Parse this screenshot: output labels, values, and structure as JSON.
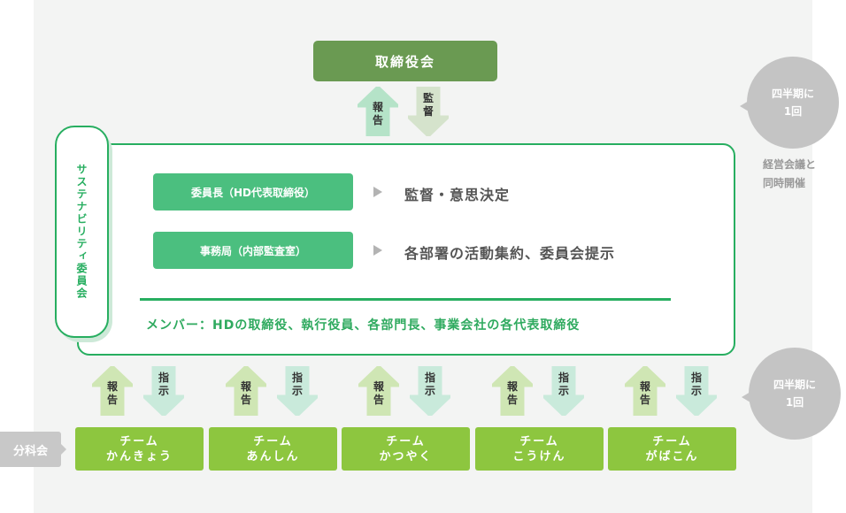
{
  "board": {
    "label": "取締役会"
  },
  "top_arrows": {
    "report": [
      "報",
      "告"
    ],
    "audit": [
      "監",
      "督"
    ]
  },
  "committee": {
    "title": "サステナビリティ委員会",
    "roles": [
      {
        "label": "委員長（HD代表取締役）",
        "description": "監督・意思決定"
      },
      {
        "label": "事務局（内部監査室）",
        "description": "各部署の活動集約、委員会提示"
      }
    ],
    "members": "メンバー：HDの取締役、執行役員、各部門長、事業会社の各代表取締役"
  },
  "circles": [
    {
      "line1": "四半期に",
      "line2": "1回"
    },
    {
      "line1": "四半期に",
      "line2": "1回"
    }
  ],
  "note": {
    "line1": "経営会議と",
    "line2": "同時開催"
  },
  "bottom_arrows": {
    "report": [
      "報",
      "告"
    ],
    "instruct": [
      "指",
      "示"
    ]
  },
  "subcommittee": {
    "label": "分科会"
  },
  "teams": [
    {
      "line1": "チーム",
      "line2": "かんきょう"
    },
    {
      "line1": "チーム",
      "line2": "あんしん"
    },
    {
      "line1": "チーム",
      "line2": "かつやく"
    },
    {
      "line1": "チーム",
      "line2": "こうけん"
    },
    {
      "line1": "チーム",
      "line2": "がばこん"
    }
  ],
  "colors": {
    "board": "#6a9a52",
    "committee_border": "#27ae60",
    "role": "#4bbf7f",
    "team": "#8dc63f",
    "circle": "#c4c4c4",
    "report_up_top": "#b5e3c8",
    "audit_down": "#d5e3cc",
    "report_up": "#cfe6b4",
    "instruct_down": "#c9eadb"
  }
}
